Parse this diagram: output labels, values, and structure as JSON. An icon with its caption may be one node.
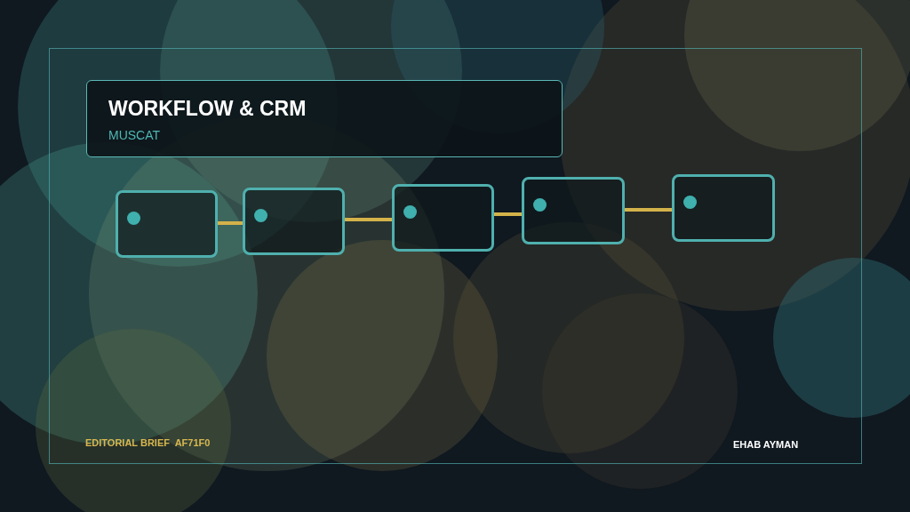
{
  "diagram": {
    "nodes": [
      {
        "text": [
          "WORKFLOW & CRM",
          "MUSCAT"
        ]
      },
      {
        "text": [],
        "shape": "box"
      },
      {
        "text": [],
        "shape": "box"
      },
      {
        "text": [],
        "shape": "box"
      },
      {
        "text": [],
        "shape": "box"
      },
      {
        "text": [],
        "shape": "box"
      }
    ],
    "edges": [
      {
        "from": 1,
        "to": 2,
        "arrow": "none"
      },
      {
        "from": 2,
        "to": 3,
        "arrow": "none"
      },
      {
        "from": 3,
        "to": 4,
        "arrow": "none"
      },
      {
        "from": 4,
        "to": 5,
        "arrow": "none"
      }
    ],
    "labels": [
      "EDITORIAL BRIEF  AF71F0",
      "EHAB AYMAN"
    ]
  }
}
